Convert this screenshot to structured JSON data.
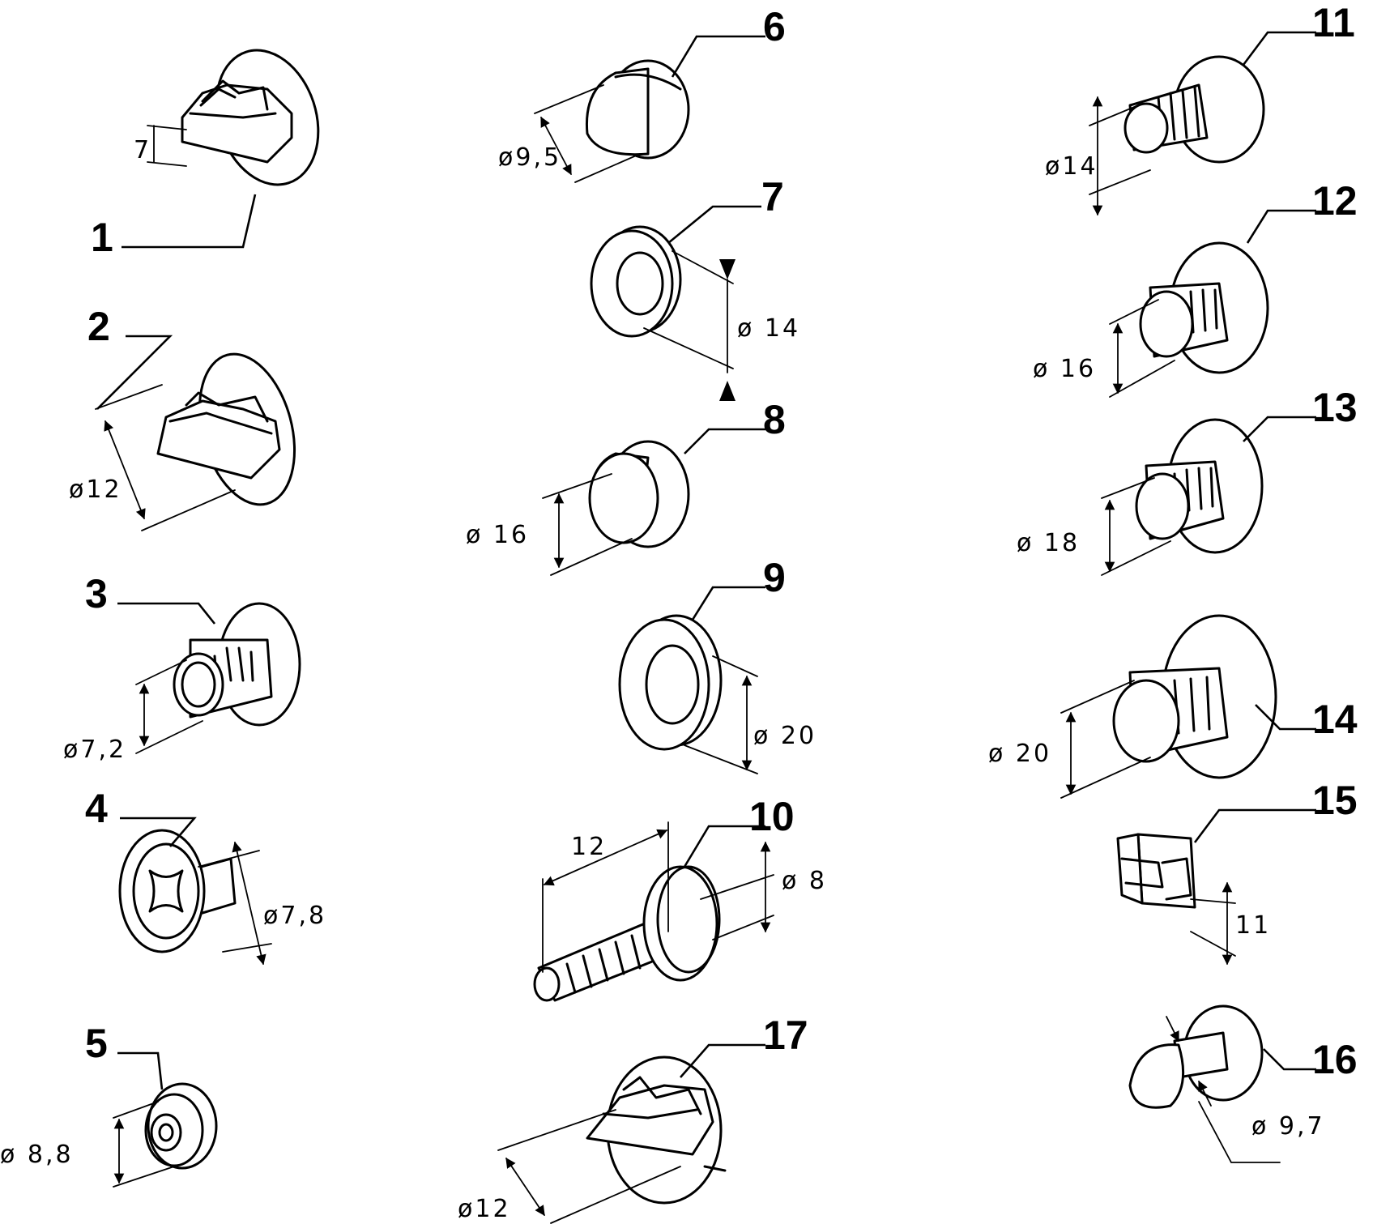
{
  "parts": [
    {
      "number": "1",
      "dimension": "7"
    },
    {
      "number": "2",
      "dimension": "ø12"
    },
    {
      "number": "3",
      "dimension": "ø7,2"
    },
    {
      "number": "4",
      "dimension": "ø7,8"
    },
    {
      "number": "5",
      "dimension": "ø 8,8"
    },
    {
      "number": "6",
      "dimension": "ø9,5"
    },
    {
      "number": "7",
      "dimension": "ø 14"
    },
    {
      "number": "8",
      "dimension": "ø 16"
    },
    {
      "number": "9",
      "dimension": "ø 20"
    },
    {
      "number": "10",
      "dimension": "ø 8",
      "length": "12"
    },
    {
      "number": "11",
      "dimension": "ø14"
    },
    {
      "number": "12",
      "dimension": "ø 16"
    },
    {
      "number": "13",
      "dimension": "ø 18"
    },
    {
      "number": "14",
      "dimension": "ø 20"
    },
    {
      "number": "15",
      "dimension": "11"
    },
    {
      "number": "16",
      "dimension": "ø 9,7"
    },
    {
      "number": "17",
      "dimension": "ø12"
    }
  ]
}
